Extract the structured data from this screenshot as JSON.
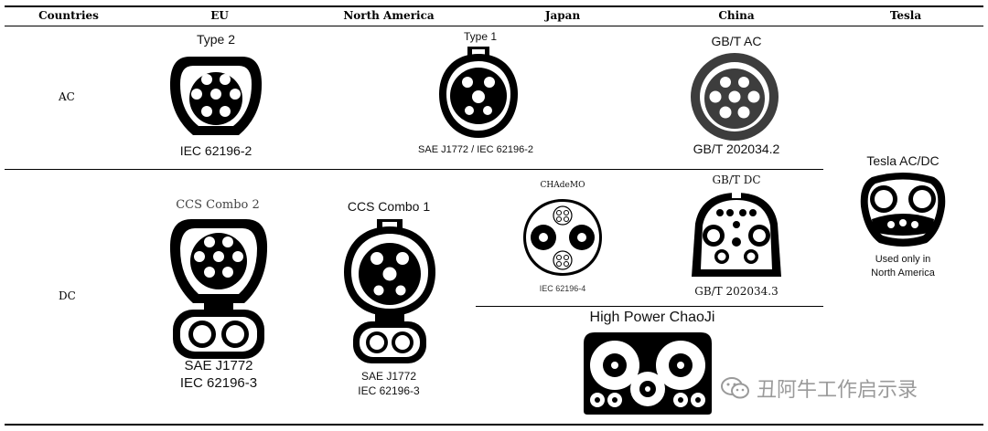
{
  "table": {
    "headers": [
      "Countries",
      "EU",
      "North America",
      "Japan",
      "China",
      "Tesla"
    ],
    "rows": [
      "AC",
      "DC"
    ]
  },
  "connectors": {
    "type2": {
      "title": "Type 2",
      "standard": "IEC 62196-2"
    },
    "type1": {
      "title": "Type 1",
      "standard": "SAE J1772 / IEC 62196-2"
    },
    "gbt_ac": {
      "title": "GB/T  AC",
      "standard": "GB/T 202034.2"
    },
    "tesla": {
      "title": "Tesla AC/DC",
      "note_line1": "Used only in",
      "note_line2": "North America"
    },
    "ccs2": {
      "title": "CCS Combo 2",
      "standard_line1": "SAE J1772",
      "standard_line2": "IEC 62196-3"
    },
    "ccs1": {
      "title": "CCS Combo 1",
      "standard_line1": "SAE J1772",
      "standard_line2": "IEC 62196-3"
    },
    "chademo": {
      "title": "CHAdeMO",
      "standard": "IEC 62196-4"
    },
    "gbt_dc": {
      "title": "GB/T DC",
      "standard": "GB/T 202034.3"
    },
    "chaoji": {
      "title": "High Power ChaoJi"
    }
  },
  "watermark": {
    "text": "丑阿牛工作启示录",
    "icon": "wechat-icon"
  }
}
